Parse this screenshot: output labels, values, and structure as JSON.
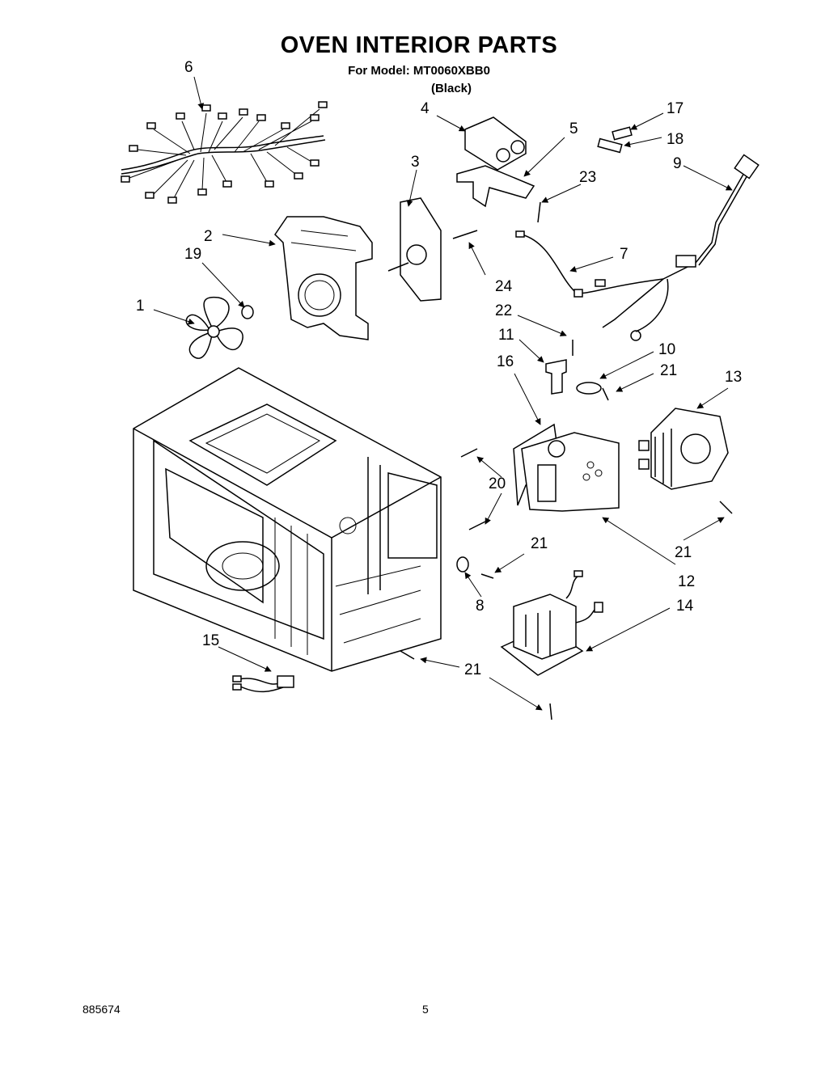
{
  "header": {
    "title": "OVEN INTERIOR PARTS",
    "model_line": "For Model: MT0060XBB0",
    "color_line": "(Black)"
  },
  "footer": {
    "doc_number": "885674",
    "page_number": "5"
  },
  "callouts": [
    "1",
    "2",
    "3",
    "4",
    "5",
    "6",
    "7",
    "8",
    "9",
    "10",
    "11",
    "12",
    "13",
    "14",
    "15",
    "16",
    "17",
    "18",
    "19",
    "20",
    "21",
    "22",
    "23",
    "24"
  ]
}
